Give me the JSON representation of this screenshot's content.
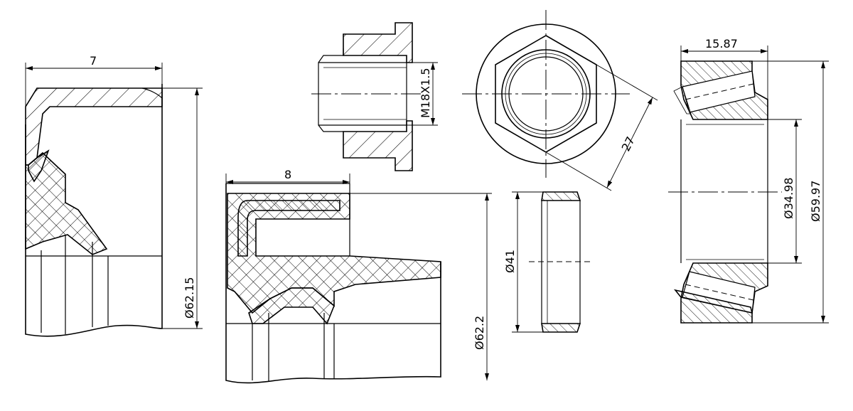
{
  "dimensions": {
    "seal_left_width": "7",
    "seal_left_diameter": "Ø62.15",
    "nut_thread": "M18X1.5",
    "nut_across_flats": "27",
    "seal_mid_width": "8",
    "seal_mid_diameter": "Ø62.2",
    "ring_diameter": "Ø41",
    "bearing_width": "15.87",
    "bearing_bore": "Ø34.98",
    "bearing_outer": "Ø59.97"
  },
  "colors": {
    "line": "#000000",
    "background": "#ffffff"
  }
}
